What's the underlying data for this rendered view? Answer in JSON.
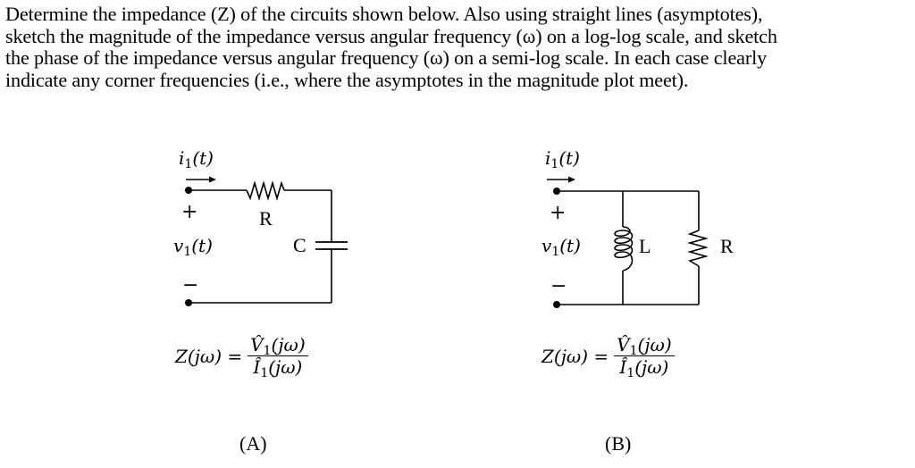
{
  "problem": {
    "lines": [
      "Determine the impedance (Z) of the circuits shown below. Also using straight lines (asymptotes),",
      "sketch the magnitude of the impedance versus angular frequency (ω) on a log-log scale, and sketch",
      "the phase of the impedance versus angular frequency (ω) on a semi-log scale. In each case clearly",
      "indicate any corner frequencies (i.e., where the asymptotes in the magnitude plot meet)."
    ]
  },
  "circuit_a": {
    "current_label": "i",
    "current_sub": "1",
    "current_arg": "(t)",
    "plus": "+",
    "minus": "−",
    "voltage_label": "v",
    "voltage_sub": "1",
    "voltage_arg": "(t)",
    "resistor_label": "R",
    "capacitor_label": "C",
    "formula_lhs": "Z(jω) =",
    "formula_num": "V̂",
    "formula_den": "Î",
    "formula_sub": "1",
    "formula_arg": "(jω)",
    "caption": "(A)"
  },
  "circuit_b": {
    "current_label": "i",
    "current_sub": "1",
    "current_arg": "(t)",
    "plus": "+",
    "minus": "−",
    "voltage_label": "v",
    "voltage_sub": "1",
    "voltage_arg": "(t)",
    "inductor_label": "L",
    "resistor_label": "R",
    "formula_lhs": "Z(jω) =",
    "formula_num": "V̂",
    "formula_den": "Î",
    "formula_sub": "1",
    "formula_arg": "(jω)",
    "caption": "(B)"
  }
}
